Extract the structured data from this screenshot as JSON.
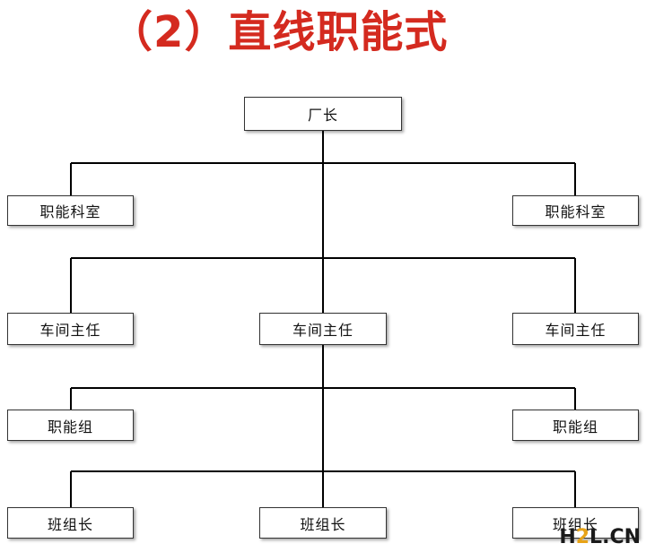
{
  "title": "（2）直线职能式",
  "colors": {
    "title": "#d42a1f",
    "box_border": "#333333",
    "connector": "#000000",
    "watermark_accent": "#e8a317"
  },
  "nodes": {
    "director": "厂长",
    "staff_left": "职能科室",
    "staff_right": "职能科室",
    "workshop_left": "车间主任",
    "workshop_center": "车间主任",
    "workshop_right": "车间主任",
    "group_staff_left": "职能组",
    "group_staff_right": "职能组",
    "team_left": "班组长",
    "team_center": "班组长",
    "team_right": "班组长"
  },
  "watermark": {
    "h": "H",
    "two": "2",
    "l": "L",
    "dot": ".",
    "cn": "CN"
  }
}
